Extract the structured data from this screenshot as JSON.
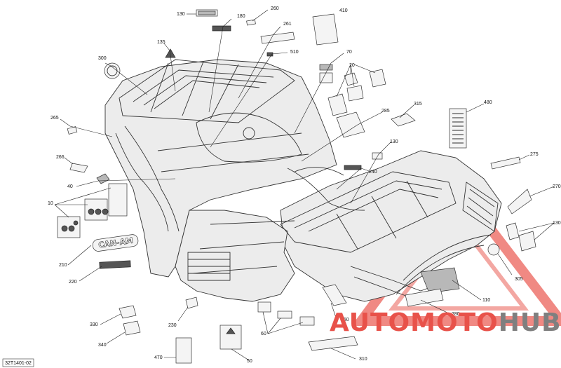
{
  "figure_id": "32T1401-02",
  "watermark": {
    "brand_part1": "AUTOMOTO",
    "brand_part2": "HUB",
    "color_primary": "#e8524a",
    "color_secondary": "#7f7f7f"
  },
  "callouts": [
    "130",
    "180",
    "260",
    "410",
    "261",
    "135",
    "510",
    "70",
    "300",
    "20",
    "285",
    "315",
    "480",
    "265",
    "130",
    "275",
    "266",
    "240",
    "270",
    "40",
    "130",
    "10",
    "210",
    "305",
    "220",
    "110",
    "280",
    "330",
    "230",
    "60",
    "250",
    "340",
    "470",
    "50",
    "310"
  ],
  "logos": {
    "can_am": "CAN-AM"
  }
}
